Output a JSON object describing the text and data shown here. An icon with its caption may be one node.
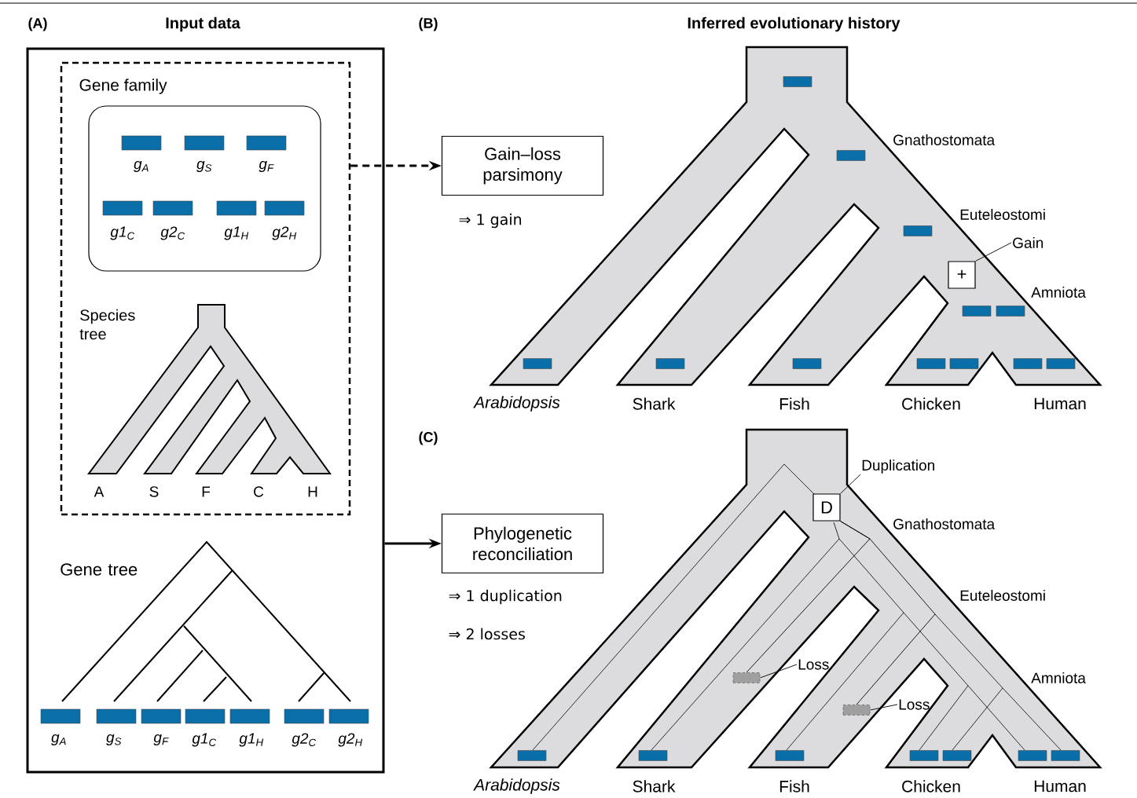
{
  "diagram": {
    "nodes": [
      {
        "text": [
          "Input data"
        ]
      },
      {
        "text": [],
        "shape": "box",
        "in": 0
      },
      {
        "text": [
          "Gene family"
        ],
        "in": 1
      },
      {
        "text": [
          "Gain–loss parsimony"
        ],
        "beside": [
          "⇒ 1 gain"
        ]
      },
      {
        "text": [
          "Phylogenetic reconciliation"
        ],
        "beside": [
          "⇒ 1 duplication",
          "⇒ 2 losses"
        ]
      },
      {
        "text": [
          "+"
        ]
      },
      {
        "text": [
          "Gain"
        ]
      },
      {
        "text": [
          "D"
        ]
      },
      {
        "text": [
          "Duplication"
        ]
      },
      {
        "text": [],
        "shape": "box"
      },
      {
        "text": [
          "Loss"
        ]
      },
      {
        "text": [],
        "shape": "box"
      },
      {
        "text": [
          "Loss"
        ]
      }
    ],
    "edges": [
      {
        "from": 1,
        "to": 3,
        "arrow": "to",
        "style": "dashed"
      },
      {
        "from": 0,
        "to": 4,
        "arrow": "to"
      },
      {
        "from": 6,
        "to": 5,
        "arrow": "none"
      },
      {
        "from": 8,
        "to": 7,
        "arrow": "none"
      },
      {
        "from": 10,
        "to": 9,
        "arrow": "none"
      },
      {
        "from": 12,
        "to": 11,
        "arrow": "none"
      },
      {
        "from": 7,
        "to": 9,
        "arrow": "none"
      },
      {
        "from": 7,
        "to": 11,
        "arrow": "none"
      }
    ],
    "labels": [
      "(A)",
      "(B)",
      "Inferred evolutionary history",
      "g$_{A}$",
      "g$_{S}$",
      "g$_{F}$",
      "g1$_{C}$",
      "g2$_{C}$",
      "g1$_{H}$",
      "g2$_{H}$",
      "Species tree",
      "A",
      "S",
      "F",
      "C",
      "H",
      "(C)",
      "Gene tree",
      "g$_{A}$",
      "g$_{S}$",
      "g$_{F}$",
      "g1$_{C}$",
      "g1$_{H}$",
      "g2$_{C}$",
      "g2$_{H}$",
      "Gnathostomata",
      "Euteleostomi",
      "Amniota",
      "Arabidopsis",
      "Shark",
      "Fish",
      "Chicken",
      "Human",
      "Gnathostomata",
      "Euteleostomi",
      "Amniota",
      "Arabidopsis",
      "Shark",
      "Fish",
      "Chicken",
      "Human"
    ]
  }
}
